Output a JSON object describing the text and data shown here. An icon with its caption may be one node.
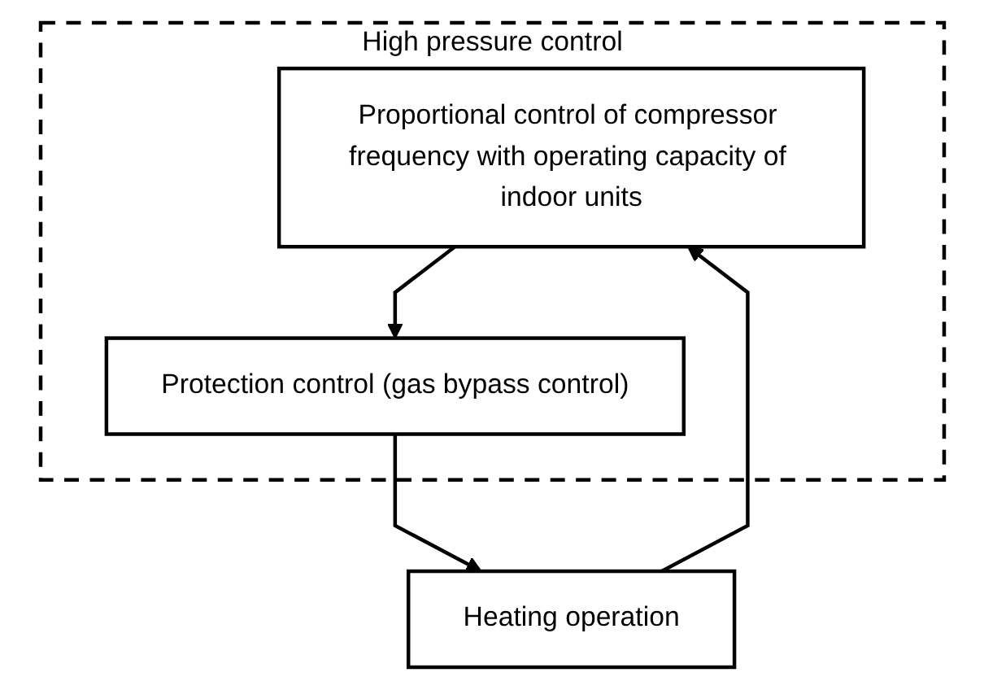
{
  "diagram": {
    "nodes": [
      {
        "text": [
          "High pressure control"
        ]
      },
      {
        "text": [
          "Heating operation"
        ]
      },
      {
        "text": [
          "Proportional control of compressor frequency with operating capacity of indoor units"
        ],
        "in": 0
      },
      {
        "text": [
          "Protection control (gas bypass control)"
        ],
        "in": 0
      }
    ],
    "edges": [
      {
        "from": 1,
        "to": 2,
        "arrow": "to"
      },
      {
        "from": 2,
        "to": 3,
        "arrow": "to"
      },
      {
        "from": 3,
        "to": 1,
        "arrow": "to"
      }
    ]
  }
}
